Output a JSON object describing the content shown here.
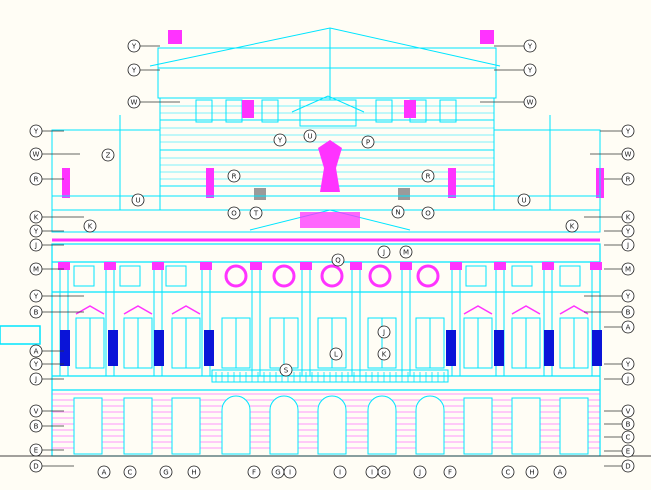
{
  "drawing": {
    "colors": {
      "background": "#fffdf5",
      "primary_line": "#00e5ff",
      "secondary_line": "#ff33ff",
      "window_fill": "#0a14d8",
      "grey_block": "#9a9a9a",
      "tag_fill": "#ffffff",
      "tag_stroke": "#1a1a1a",
      "leader": "#333333"
    },
    "labels_left": [
      "Y",
      "Y",
      "W",
      "Y",
      "W",
      "R",
      "K",
      "Y",
      "J",
      "M",
      "Y",
      "B",
      "A",
      "Y",
      "J",
      "V",
      "B",
      "E",
      "D"
    ],
    "labels_right": [
      "Y",
      "Y",
      "W",
      "Y",
      "W",
      "R",
      "K",
      "Y",
      "J",
      "M",
      "Y",
      "B",
      "A",
      "Y",
      "J",
      "V",
      "B",
      "C",
      "E",
      "D"
    ],
    "labels_interior": [
      "Y",
      "U",
      "P",
      "Z",
      "U",
      "U",
      "R",
      "R",
      "O",
      "T",
      "N",
      "O",
      "K",
      "K",
      "Q",
      "J",
      "M",
      "J",
      "S",
      "L",
      "K"
    ],
    "labels_bottom": [
      "A",
      "C",
      "G",
      "H",
      "F",
      "G",
      "I",
      "I",
      "I",
      "G",
      "J",
      "F",
      "C",
      "H",
      "A"
    ]
  }
}
